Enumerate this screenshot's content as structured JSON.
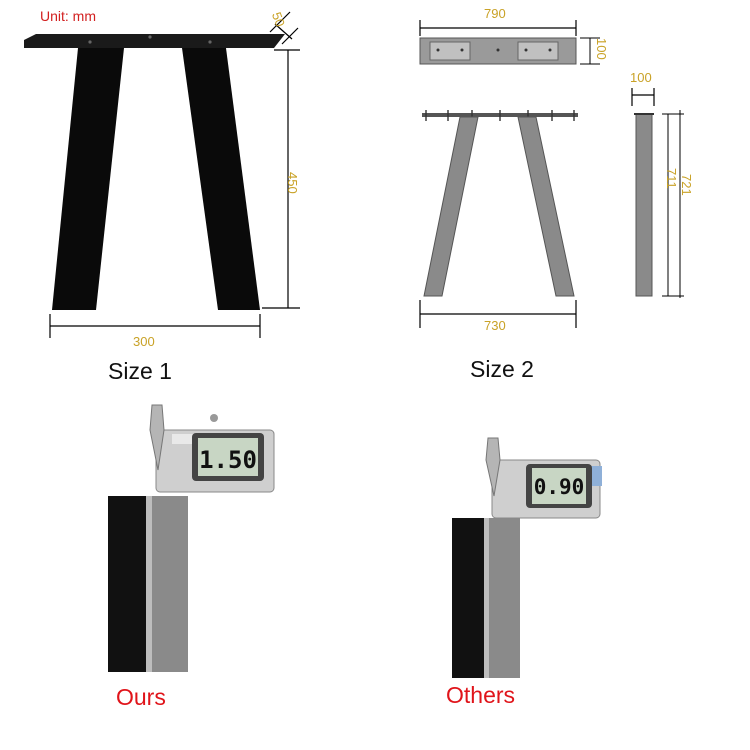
{
  "unit_label": "Unit: mm",
  "size1": {
    "caption": "Size 1",
    "dims": {
      "width": "300",
      "height": "450",
      "thickness": "50"
    }
  },
  "size2": {
    "caption": "Size 2",
    "dims": {
      "top_length": "790",
      "top_width": "100",
      "bottom_width": "730",
      "side_depth": "100",
      "side_inner": "711",
      "side_outer": "721"
    }
  },
  "comparison": {
    "ours": {
      "caption": "Ours",
      "reading": "1.50"
    },
    "others": {
      "caption": "Others",
      "reading": "0.90"
    }
  },
  "colors": {
    "dimension_text": "#c9a227",
    "caption_red": "#e0141a",
    "unit_red": "#d22020",
    "leg_black": "#0a0a0a",
    "leg_gray": "#8a8a8a"
  }
}
